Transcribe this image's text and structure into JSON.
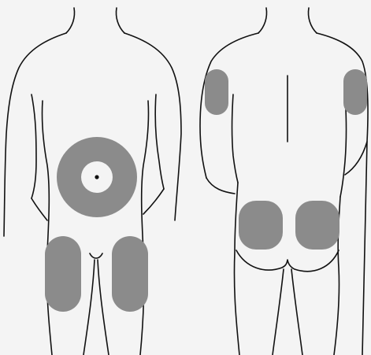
{
  "colors": {
    "background": "#f4f4f4",
    "injection_zone": "#8b8b8b",
    "zone_center": "#f4f4f4",
    "outline": "#111111",
    "navel_dot": "#111111"
  },
  "figures": [
    {
      "view": "front",
      "zones": [
        "abdomen",
        "left-thigh",
        "right-thigh"
      ]
    },
    {
      "view": "back",
      "zones": [
        "left-upper-arm",
        "right-upper-arm",
        "left-buttock",
        "right-buttock"
      ]
    }
  ]
}
